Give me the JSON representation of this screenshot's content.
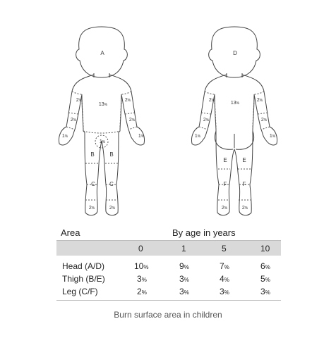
{
  "regions": {
    "head_front": "A",
    "head_back": "D",
    "thigh_front_left": "B",
    "thigh_front_right": "B",
    "leg_front_left": "C",
    "leg_front_right": "C",
    "thigh_back_left": "E",
    "thigh_back_right": "E",
    "leg_back_left": "F",
    "leg_back_right": "F"
  },
  "percent": {
    "trunk_front": [
      "13",
      "%"
    ],
    "trunk_back": [
      "13",
      "%"
    ],
    "upper_arm": [
      "2",
      "%"
    ],
    "forearm": [
      "2",
      "%"
    ],
    "hand": [
      "1",
      "%"
    ],
    "hand_back": [
      "1",
      "%"
    ],
    "genitals": [
      "1",
      "%"
    ],
    "foot": [
      "2",
      "%"
    ]
  },
  "table": {
    "area_header": "Area",
    "age_header": "By age in years",
    "ages": [
      "0",
      "1",
      "5",
      "10"
    ],
    "rows": [
      {
        "label": "Head (A/D)",
        "values": [
          [
            "10",
            "%"
          ],
          [
            "9",
            "%"
          ],
          [
            "7",
            "%"
          ],
          [
            "6",
            "%"
          ]
        ]
      },
      {
        "label": "Thigh (B/E)",
        "values": [
          [
            "3",
            "%"
          ],
          [
            "3",
            "%"
          ],
          [
            "4",
            "%"
          ],
          [
            "5",
            "%"
          ]
        ]
      },
      {
        "label": "Leg (C/F)",
        "values": [
          [
            "2",
            "%"
          ],
          [
            "3",
            "%"
          ],
          [
            "3",
            "%"
          ],
          [
            "3",
            "%"
          ]
        ]
      }
    ]
  },
  "caption": "Burn surface area in children"
}
